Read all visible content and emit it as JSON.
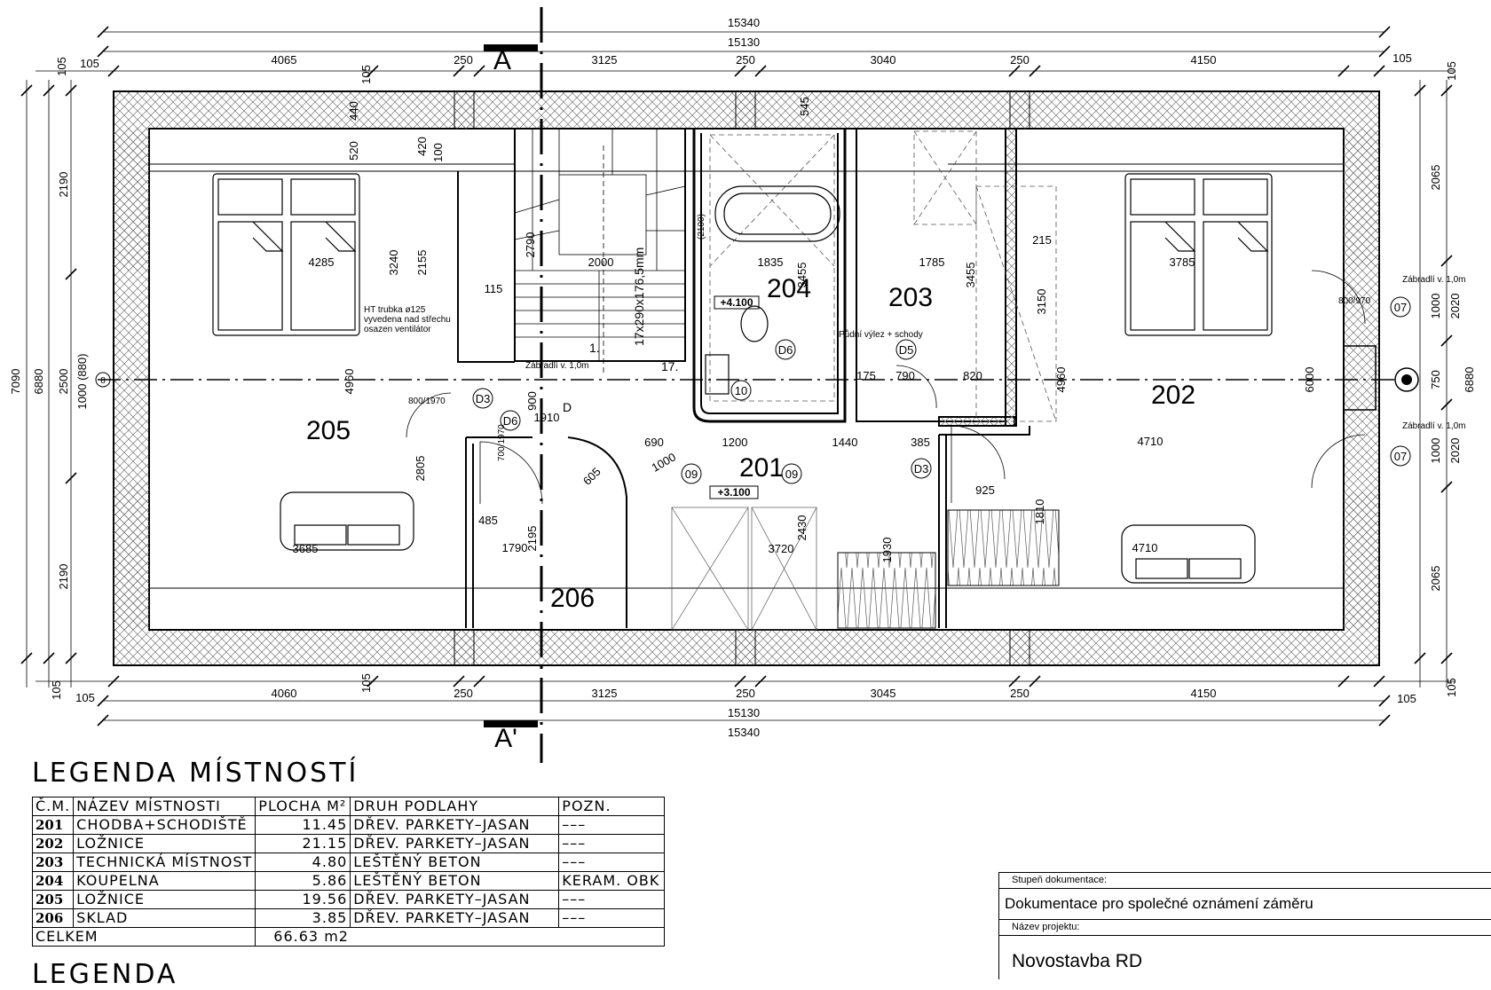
{
  "drawing": {
    "dims_top": {
      "overall_outer": "15340",
      "overall_inner": "15130",
      "segments": [
        "105",
        "4065",
        "105",
        "250",
        "3125",
        "250",
        "3040",
        "250",
        "4150",
        "105"
      ]
    },
    "dims_bottom": {
      "overall_outer": "15340",
      "overall_inner": "15130",
      "segments": [
        "105",
        "4060",
        "105",
        "250",
        "3125",
        "250",
        "3045",
        "250",
        "4150",
        "105"
      ]
    },
    "dims_left": {
      "overall_outer": "7090",
      "overall_inner": "6880",
      "segments": [
        "105",
        "2190",
        "2500",
        "1000 (880)",
        "2190",
        "105"
      ]
    },
    "dims_right": {
      "overall_inner": "6880",
      "segments": [
        "105",
        "2065",
        "2020",
        "1000",
        "750",
        "1000",
        "2020",
        "2065",
        "105"
      ]
    },
    "section_marks": [
      "A",
      "A'"
    ],
    "rooms": [
      {
        "number": "205"
      },
      {
        "number": "202"
      },
      {
        "number": "203"
      },
      {
        "number": "204"
      },
      {
        "number": "201"
      },
      {
        "number": "206"
      }
    ],
    "levels": [
      "+4.100",
      "+3.100"
    ],
    "door_tags": [
      "D3",
      "D6",
      "D6",
      "D5",
      "D3",
      "07",
      "07",
      "09",
      "09",
      "10",
      "8"
    ],
    "room_dims": {
      "r205_width": "4285",
      "r205_height": "4960",
      "r205_lower": "3685",
      "r202_width": "3785",
      "r202_height": "4960",
      "r202_lower": "4710",
      "r202_lower2": "4710",
      "r204_width": "1835",
      "r204_height": "3455",
      "r203_width": "1785",
      "r203_height": "3455",
      "r201_a": "690",
      "r201_b": "1200",
      "r201_c": "1440",
      "r201_d": "385",
      "r201_e": "3720",
      "r201_f": "2430",
      "r201_g": "1930",
      "r206_a": "1790",
      "r206_b": "2195",
      "r206_c": "485",
      "stair_a": "2000",
      "stair_b": "2790",
      "stair_c": "1910",
      "stair_d": "2155",
      "stair_e": "3240",
      "stair_f": "2805",
      "misc_440": "440",
      "misc_520": "520",
      "misc_420": "420",
      "misc_100": "100",
      "misc_115": "115",
      "misc_545": "545",
      "misc_215": "215",
      "misc_3150": "3150",
      "misc_6000": "6000",
      "misc_900": "900",
      "misc_1000": "1000",
      "misc_605": "605",
      "misc_925": "925",
      "misc_1810": "1810",
      "misc_820": "820",
      "misc_790": "790",
      "misc_175": "175"
    },
    "notes": {
      "ht_pipe_1": "HT trubka ø125",
      "ht_pipe_2": "vyvedena nad střechu",
      "ht_pipe_3": "osazen ventilátor",
      "railing_1": "Zábradlí v. 1,0m",
      "railing_2": "Zábradlí v. 1,0m",
      "railing_3": "Zábradlí v. 1,0m",
      "roof_exit": "Půdní výlez + schody",
      "stair_spec": "17x290x176,5mm",
      "stair_17": "17.",
      "stair_1": "1.",
      "stair_d": "D",
      "door_800_970": "800/970",
      "door_800_1970": "800/1970",
      "door_700_1970": "700/1970",
      "door_2100": "(2100)"
    }
  },
  "legend": {
    "title": "LEGENDA MÍSTNOSTÍ",
    "headers": [
      "Č.M.",
      "NÁZEV MÍSTNOSTI",
      "PLOCHA M²",
      "DRUH PODLAHY",
      "POZN."
    ],
    "rows": [
      {
        "num": "201",
        "name": "CHODBA+SCHODIŠTĚ",
        "area": "11.45",
        "floor": "DŘEV. PARKETY–JASAN",
        "note": "–––"
      },
      {
        "num": "202",
        "name": "LOŽNICE",
        "area": "21.15",
        "floor": "DŘEV. PARKETY–JASAN",
        "note": "–––"
      },
      {
        "num": "203",
        "name": "TECHNICKÁ MÍSTNOST",
        "area": "4.80",
        "floor": "LEŠTĚNÝ BETON",
        "note": "–––"
      },
      {
        "num": "204",
        "name": "KOUPELNA",
        "area": "5.86",
        "floor": "LEŠTĚNÝ BETON",
        "note": "KERAM. OBK"
      },
      {
        "num": "205",
        "name": "LOŽNICE",
        "area": "19.56",
        "floor": "DŘEV. PARKETY–JASAN",
        "note": "–––"
      },
      {
        "num": "206",
        "name": "SKLAD",
        "area": "3.85",
        "floor": "DŘEV. PARKETY–JASAN",
        "note": "–––"
      }
    ],
    "total_label": "CELKEM",
    "total_value": "66.63 m2",
    "second_title": "LEGENDA"
  },
  "title_block": {
    "stage_caption": "Stupeň dokumentace:",
    "stage_value": "Dokumentace pro společné oznámení záměru",
    "project_caption": "Název projektu:",
    "project_value": "Novostavba RD"
  }
}
